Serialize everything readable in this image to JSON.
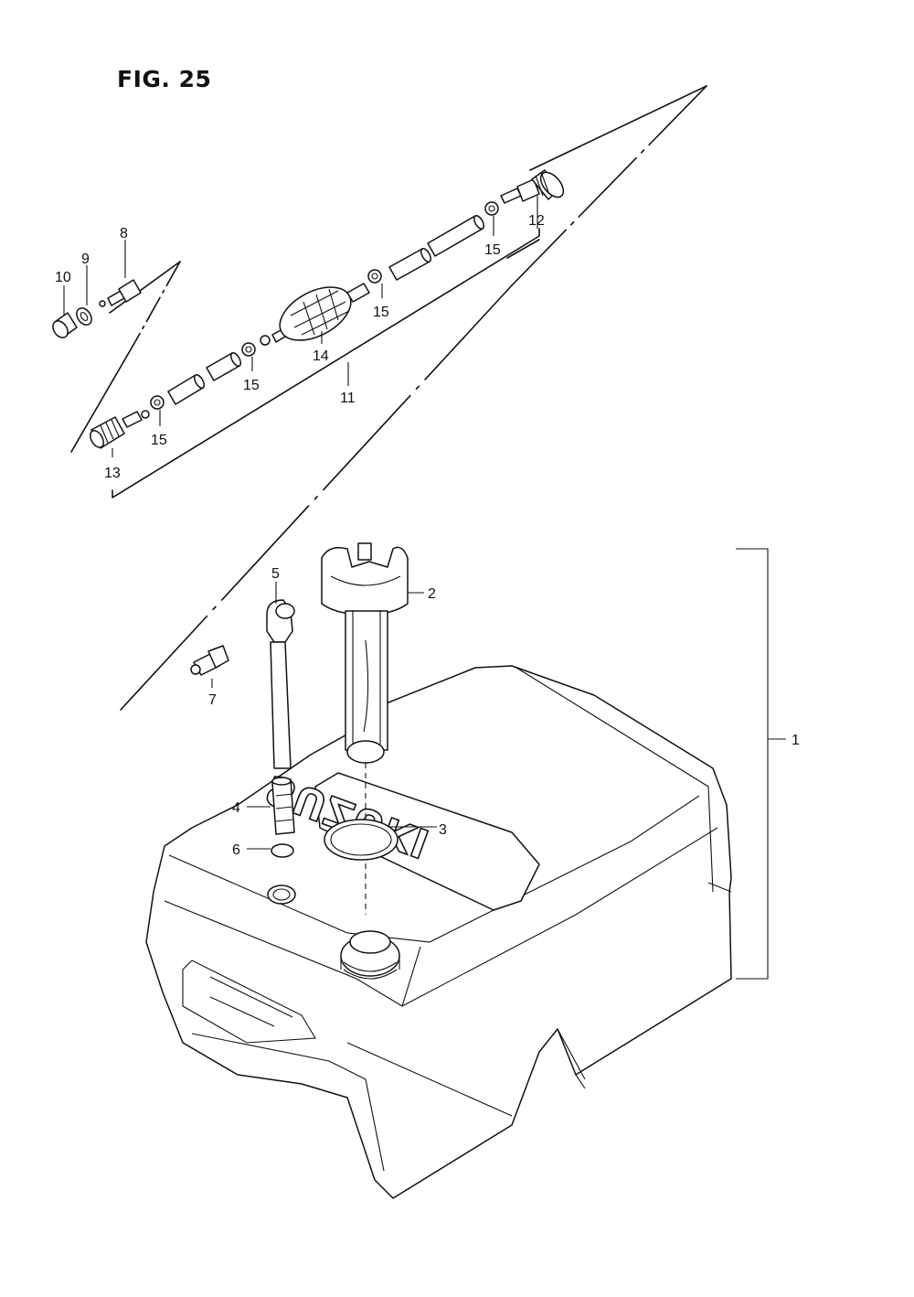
{
  "figure": {
    "title": "FIG. 25"
  },
  "tank_emboss": "SUZUKI",
  "callouts": [
    {
      "id": "p1",
      "label": "1"
    },
    {
      "id": "p2",
      "label": "2"
    },
    {
      "id": "p3",
      "label": "3"
    },
    {
      "id": "p4",
      "label": "4"
    },
    {
      "id": "p5",
      "label": "5"
    },
    {
      "id": "p6",
      "label": "6"
    },
    {
      "id": "p7",
      "label": "7"
    },
    {
      "id": "p8",
      "label": "8"
    },
    {
      "id": "p9",
      "label": "9"
    },
    {
      "id": "p10",
      "label": "10"
    },
    {
      "id": "p11",
      "label": "11"
    },
    {
      "id": "p12",
      "label": "12"
    },
    {
      "id": "p13",
      "label": "13"
    },
    {
      "id": "p14",
      "label": "14"
    },
    {
      "id": "p15a",
      "label": "15"
    },
    {
      "id": "p15b",
      "label": "15"
    },
    {
      "id": "p15c",
      "label": "15"
    },
    {
      "id": "p15d",
      "label": "15"
    }
  ]
}
